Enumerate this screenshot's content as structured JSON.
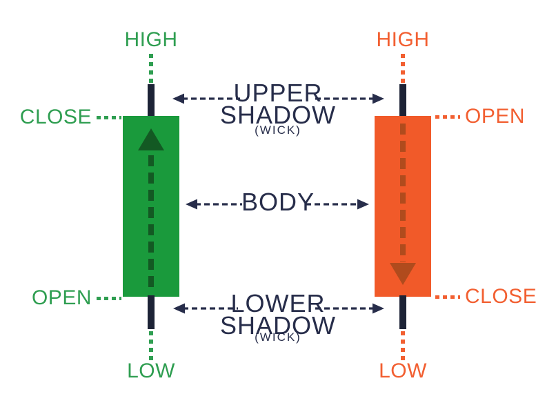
{
  "colors": {
    "bullish": "#1a9a3c",
    "bullish_label": "#2f9e51",
    "bullish_arrow": "#135923",
    "bearish": "#f15a29",
    "bearish_label": "#f25f31",
    "bearish_arrow": "#b04b1d",
    "ink": "#272d4a",
    "wick": "#1d2336",
    "background": "#ffffff"
  },
  "bullish_candle": {
    "high": "HIGH",
    "close": "CLOSE",
    "open": "OPEN",
    "low": "LOW"
  },
  "bearish_candle": {
    "high": "HIGH",
    "open": "OPEN",
    "close": "CLOSE",
    "low": "LOW"
  },
  "annotations": {
    "upper_shadow_line1": "UPPER",
    "upper_shadow_line2": "SHADOW",
    "upper_shadow_line3": "(WICK)",
    "body": "BODY",
    "lower_shadow_line1": "LOWER",
    "lower_shadow_line2": "SHADOW",
    "lower_shadow_line3": "(WICK)"
  }
}
